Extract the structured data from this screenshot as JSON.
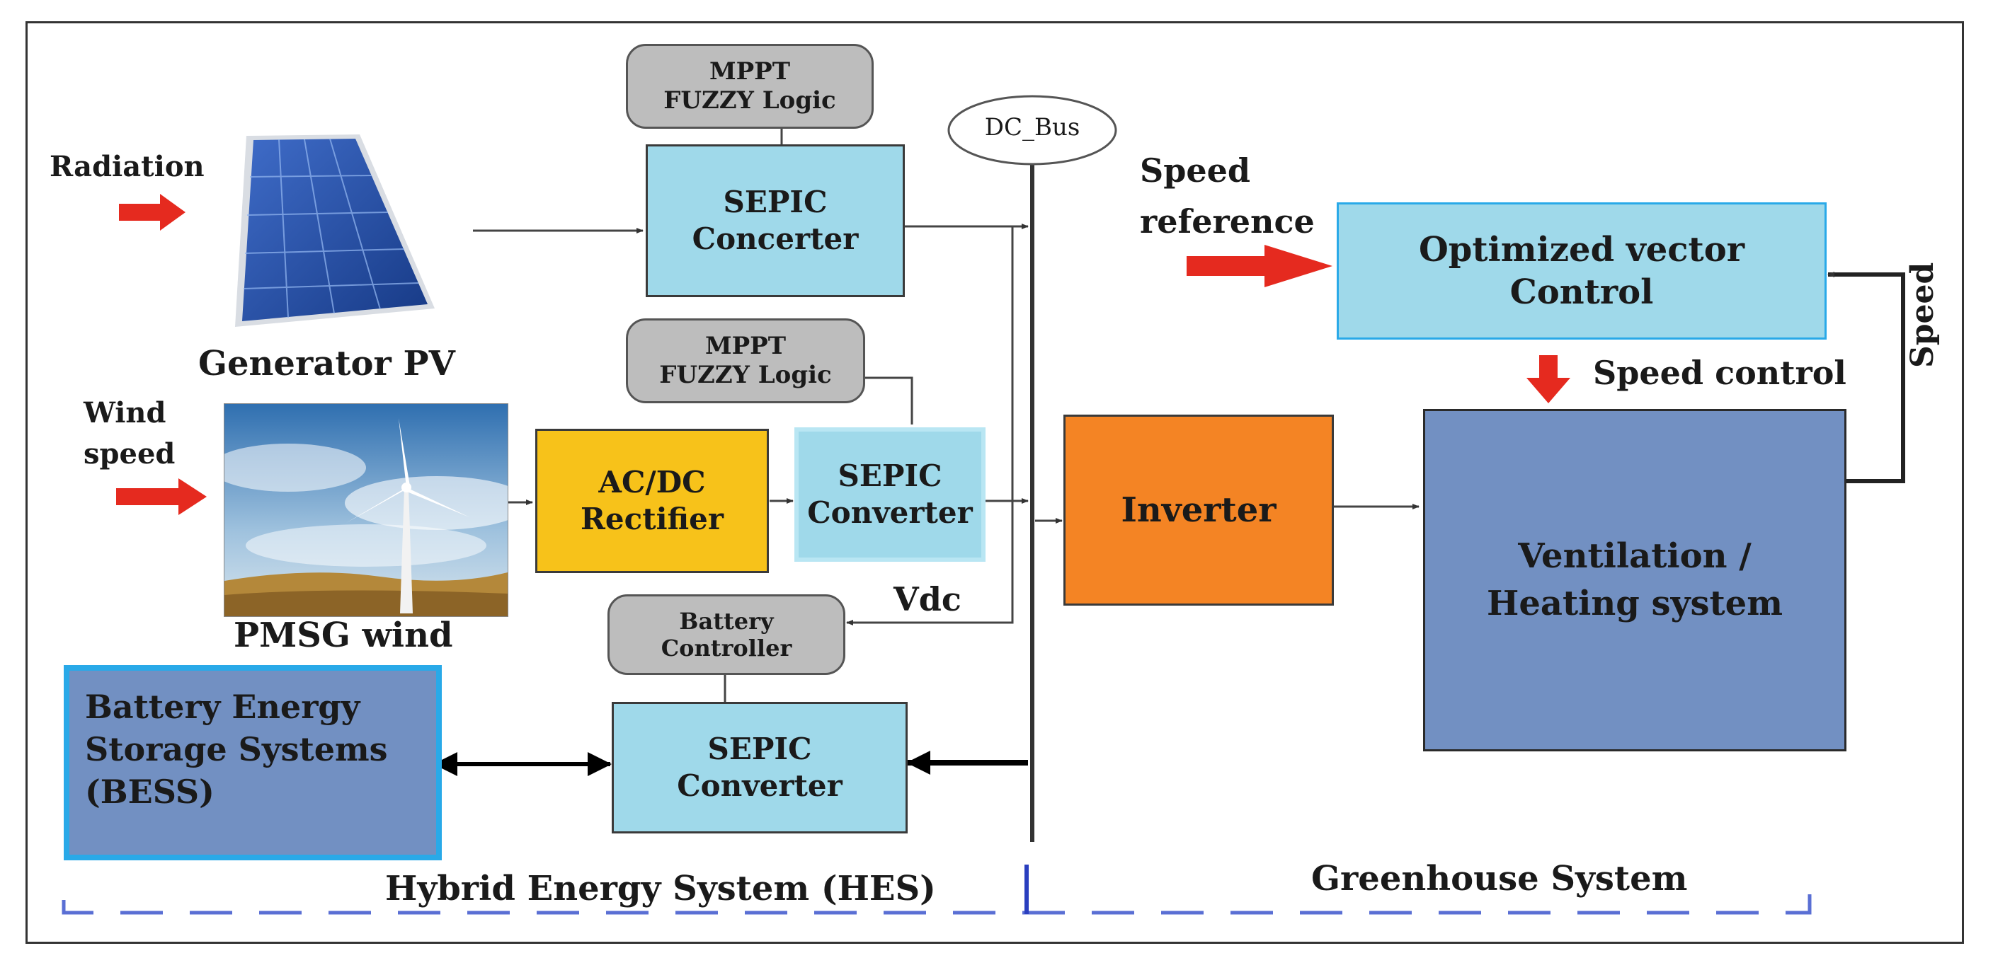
{
  "hes": {
    "radiation": "Radiation",
    "generator_pv": "Generator PV",
    "wind_speed_line1": "Wind",
    "wind_speed_line2": "speed",
    "pmsg_wind": "PMSG wind",
    "mppt1_line1": "MPPT",
    "mppt1_line2": "FUZZY Logic",
    "sepic1_line1": "SEPIC",
    "sepic1_line2": "Concerter",
    "mppt2_line1": "MPPT",
    "mppt2_line2": "FUZZY Logic",
    "rectifier_line1": "AC/DC",
    "rectifier_line2": "Rectifier",
    "sepic2_line1": "SEPIC",
    "sepic2_line2": "Converter",
    "dc_bus": "DC_Bus",
    "vdc": "Vdc",
    "battery_ctrl_line1": "Battery",
    "battery_ctrl_line2": "Controller",
    "bess_line1": "Battery Energy",
    "bess_line2": "Storage Systems",
    "bess_line3": "(BESS)",
    "sepic3_line1": "SEPIC",
    "sepic3_line2": "Converter",
    "section_label": "Hybrid Energy System (HES)"
  },
  "greenhouse": {
    "speed_ref_line1": "Speed",
    "speed_ref_line2": "reference",
    "vector_ctrl_line1": "Optimized vector",
    "vector_ctrl_line2": "Control",
    "speed_control": "Speed control",
    "speed": "Speed",
    "inverter": "Inverter",
    "vent_line1": "Ventilation /",
    "vent_line2": "Heating system",
    "section_label": "Greenhouse System"
  },
  "colors": {
    "sepic": "#9fd9ea",
    "mppt": "#bdbdbd",
    "rectifier": "#f7c21a",
    "inverter": "#f48424",
    "bess": "#7290c2",
    "bess_border": "#29a9e8",
    "ventilation": "#7290c2",
    "arrow_red": "#e52a1f",
    "section_dash": "#5a6fd4"
  }
}
